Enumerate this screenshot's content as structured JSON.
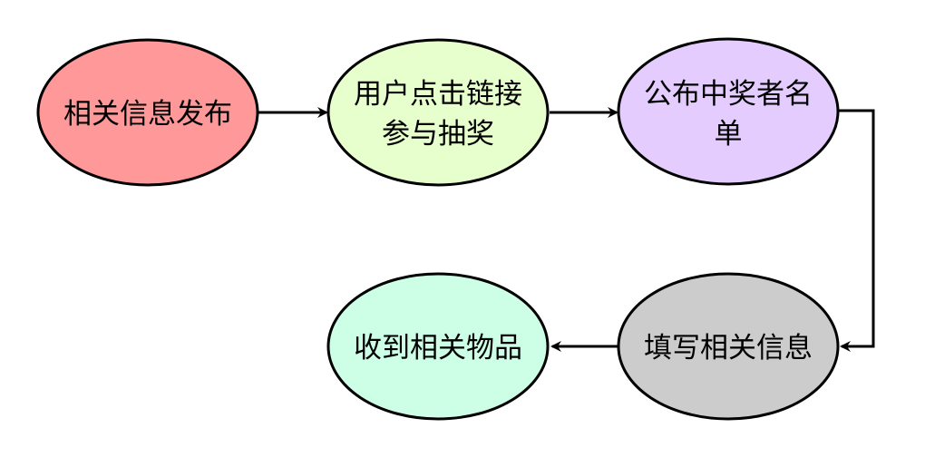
{
  "nodes": [
    {
      "id": "n1",
      "lines": [
        "相关信息发布"
      ],
      "color": "#FF9999"
    },
    {
      "id": "n2",
      "lines": [
        "用户点击链接",
        "参与抽奖"
      ],
      "color": "#E6FFCC"
    },
    {
      "id": "n3",
      "lines": [
        "公布中奖者名",
        "单"
      ],
      "color": "#E5CCFF"
    },
    {
      "id": "n4",
      "lines": [
        "填写相关信息"
      ],
      "color": "#CCCCCC"
    },
    {
      "id": "n5",
      "lines": [
        "收到相关物品"
      ],
      "color": "#CCFFE6"
    }
  ],
  "edges": [
    {
      "from": "n1",
      "to": "n2"
    },
    {
      "from": "n2",
      "to": "n3"
    },
    {
      "from": "n3",
      "to": "n4"
    },
    {
      "from": "n4",
      "to": "n5"
    }
  ]
}
